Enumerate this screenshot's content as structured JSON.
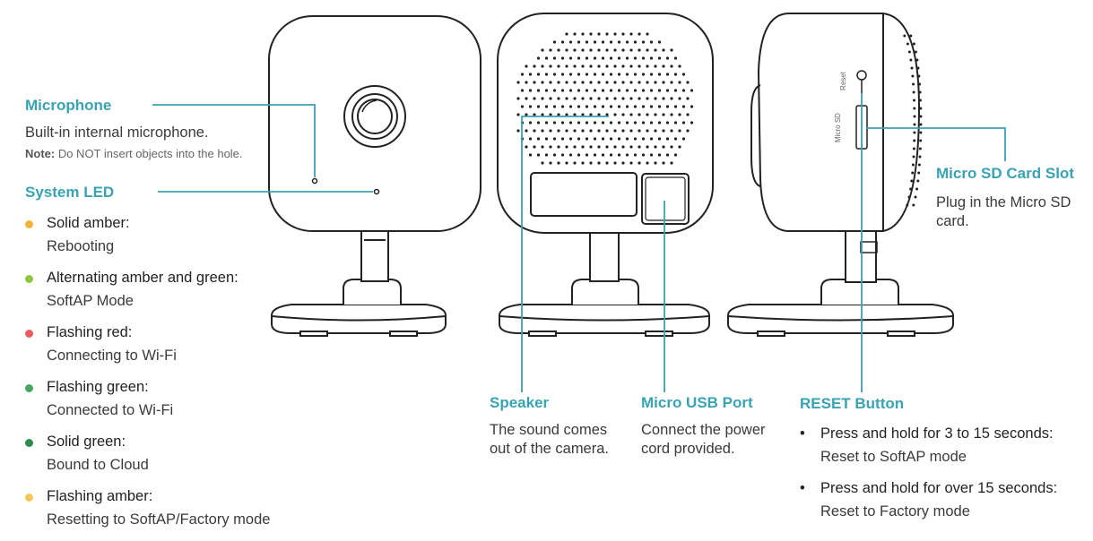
{
  "microphone": {
    "title": "Microphone",
    "desc": "Built-in internal microphone.",
    "note_label": "Note:",
    "note_text": " Do NOT insert objects into the hole."
  },
  "system_led": {
    "title": "System LED",
    "items": [
      {
        "title": "Solid amber:",
        "desc": "Rebooting",
        "color": "#f2b53a"
      },
      {
        "title": "Alternating amber and green:",
        "desc": "SoftAP Mode",
        "color": "#8dc63f"
      },
      {
        "title": "Flashing red:",
        "desc": "Connecting to Wi-Fi",
        "color": "#e85c5c"
      },
      {
        "title": "Flashing green:",
        "desc": "Connected to Wi-Fi",
        "color": "#4aa564"
      },
      {
        "title": "Solid green:",
        "desc": "Bound to Cloud",
        "color": "#2e8b4e"
      },
      {
        "title": "Flashing amber:",
        "desc": "Resetting to SoftAP/Factory mode",
        "color": "#f5c75a"
      }
    ]
  },
  "speaker": {
    "title": "Speaker",
    "desc_line1": "The sound comes",
    "desc_line2": "out of the camera."
  },
  "micro_usb": {
    "title": "Micro USB Port",
    "desc_line1": "Connect the power",
    "desc_line2": "cord provided."
  },
  "micro_sd": {
    "title": "Micro SD Card Slot",
    "desc_line1": "Plug in the Micro SD",
    "desc_line2": "card."
  },
  "reset": {
    "title": "RESET Button",
    "items": [
      {
        "title": "Press and hold for 3 to 15 seconds:",
        "desc": "Reset to SoftAP mode"
      },
      {
        "title": "Press and hold for over 15 seconds:",
        "desc": "Reset to Factory mode"
      }
    ]
  },
  "device_labels": {
    "reset": "Reset",
    "micro_sd": "Micro SD"
  },
  "colors": {
    "accent": "#3aa3b3",
    "line_art": "#222222"
  }
}
